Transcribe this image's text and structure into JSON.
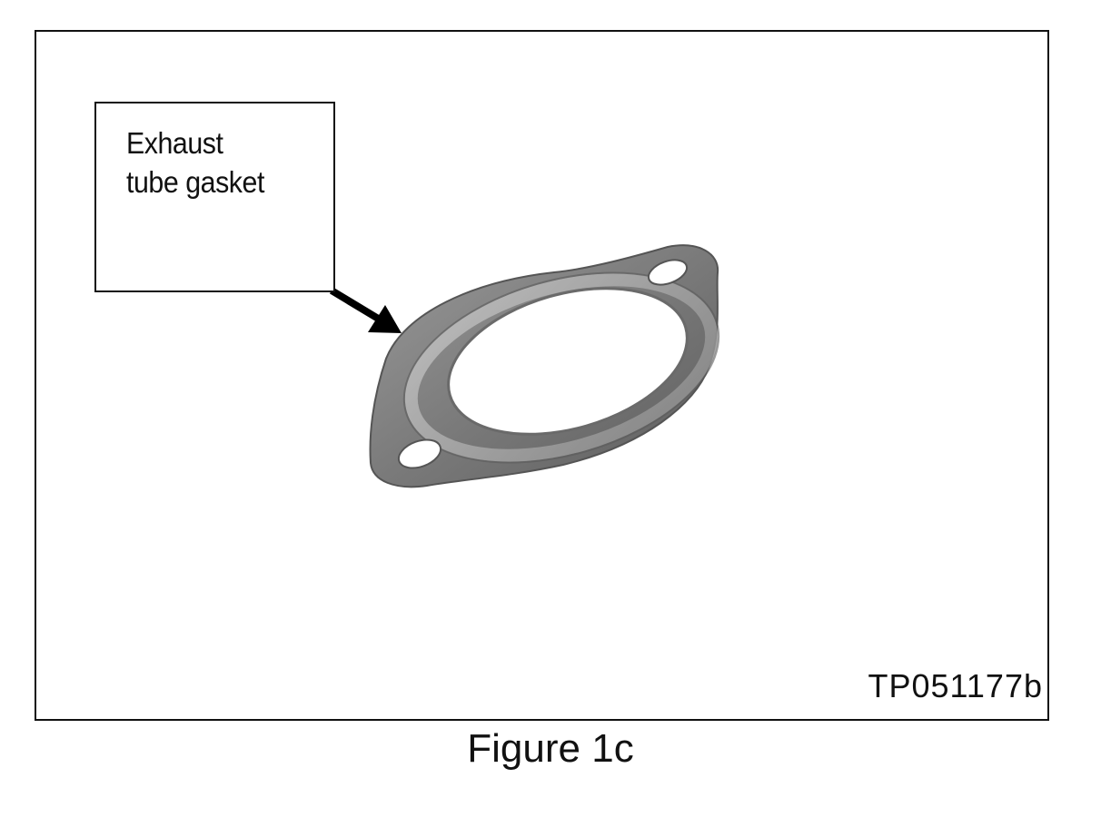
{
  "callout": {
    "line1": "Exhaust",
    "line2": "tube gasket"
  },
  "figure_code": "TP051177b",
  "caption": "Figure 1c",
  "colors": {
    "frame": "#111111",
    "gasket_dark": "#6e6e6e",
    "gasket_light": "#a8a8a8",
    "background": "#ffffff"
  }
}
